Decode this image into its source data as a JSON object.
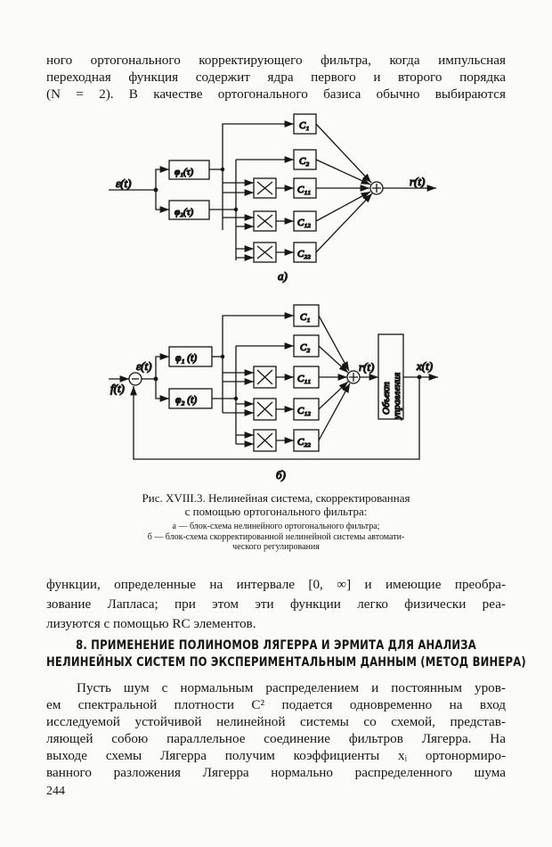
{
  "top_text": [
    "ного ортогонального корректирующего фильтра, когда импульсная",
    "переходная функция содержит ядра первого и второго порядка",
    "(N = 2). В качестве ортогонального базиса обычно выбираются"
  ],
  "figure": {
    "diagram_a": {
      "input": "ε(t)",
      "phi1": "φ₁(τ)",
      "phi2": "φ₂(τ)",
      "coeffs": [
        "C₁",
        "C₂",
        "C₁₁",
        "C₁₂",
        "C₂₂"
      ],
      "output": "r(t)",
      "label": "а)"
    },
    "diagram_b": {
      "input": "f(t)",
      "error": "ε(t)",
      "phi1": "φ₁ (t)",
      "phi2": "φ₂ (t)",
      "coeffs": [
        "C₁",
        "C₂",
        "C₁₁",
        "C₁₂",
        "C₂₂"
      ],
      "sum_out": "r(t)",
      "plant_line1": "Объект",
      "plant_line2": "управления",
      "output": "x(t)",
      "label": "б)"
    },
    "caption_title_1": "Рис. XVIII.3. Нелинейная система, скорректированная",
    "caption_title_2": "с помощью ортогонального фильтра:",
    "caption_a": "а — блок-схема нелинейного ортогонального фильтра;",
    "caption_b_1": "б — блок-схема скорректированной нелинейной системы автомати-",
    "caption_b_2": "ческого регулирования"
  },
  "middle_text": [
    "функции, определенные на интервале [0, ∞] и имеющие преобра-",
    "зование Лапласа; при этом эти функции легко физически реа-",
    "лизуются с помощью RC элементов."
  ],
  "section_heading": [
    "8. ПРИМЕНЕНИЕ ПОЛИНОМОВ ЛЯГЕРРА И ЭРМИТА ДЛЯ АНАЛИЗА",
    "НЕЛИНЕЙНЫХ СИСТЕМ ПО ЭКСПЕРИМЕНТАЛЬНЫМ ДАННЫМ (МЕТОД ВИНЕРА)"
  ],
  "body_text": [
    "Пусть шум с нормальным распределением и постоянным уров-",
    "ем спектральной плотности C² подается одновременно на вход",
    "исследуемой устойчивой нелинейной системы со схемой, представ-",
    "ляющей собою параллельное соединение фильтров Лягерра. На",
    "выходе схемы Лягерра получим коэффициенты xᵢ ортонормиро-",
    "ванного разложения Лягерра нормально распределенного шума"
  ],
  "page_number": "244"
}
